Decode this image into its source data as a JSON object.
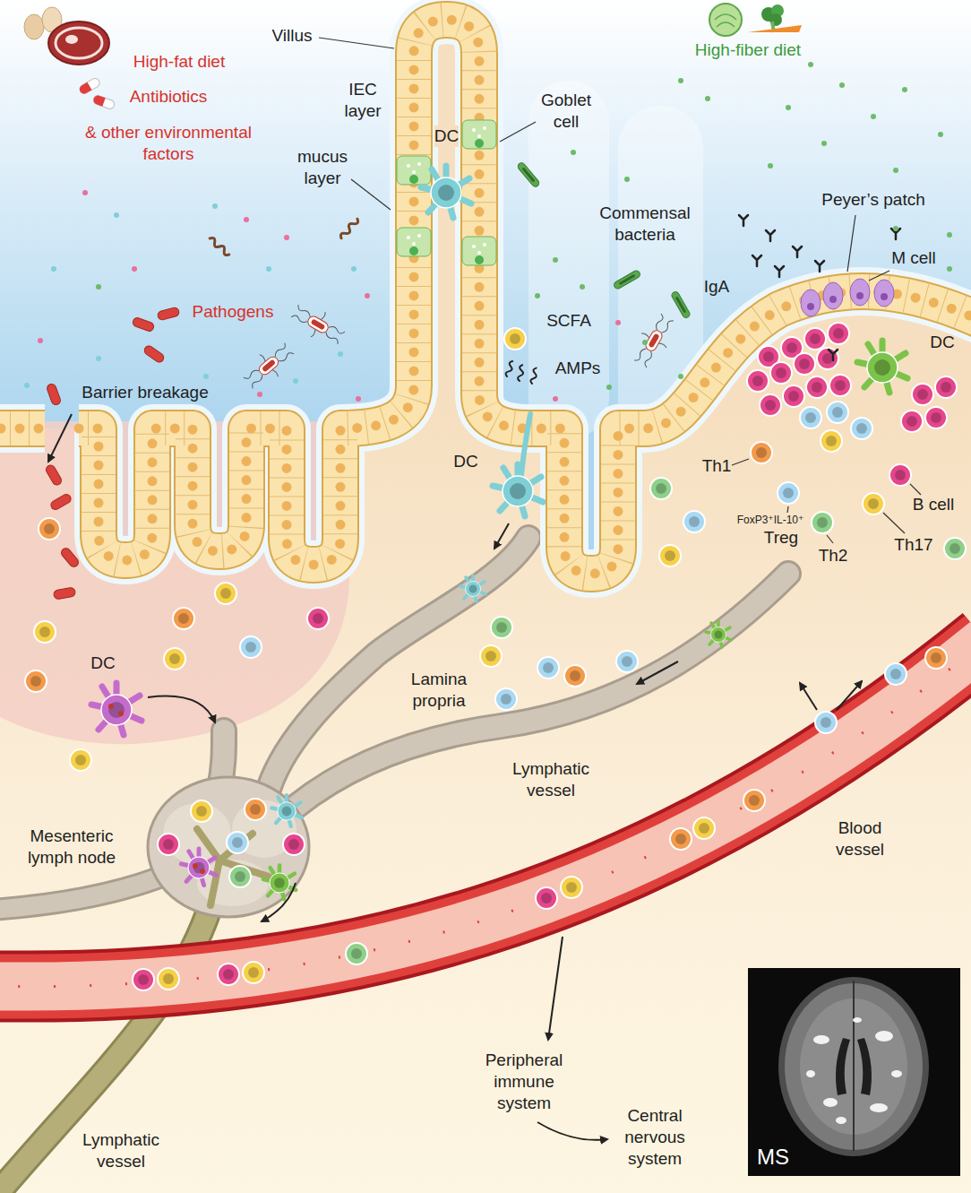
{
  "diagram": {
    "nodes": [
      {
        "text": [
          "MS"
        ]
      }
    ],
    "labels": [
      "Villus",
      "High-fat diet",
      "Antibiotics",
      "& other environmental factors",
      "IEC layer",
      "Goblet cell",
      "DC",
      "mucus layer",
      "High-fiber diet",
      "Peyer’s patch",
      "Commensal bacteria",
      "IgA",
      "M cell",
      "Pathogens",
      "SCFA",
      "DC",
      "DC",
      "AMPs",
      "Barrier breakage",
      "Th1",
      "B cell",
      "FoxP3⁺IL-10⁺",
      "Treg",
      "Th17",
      "Th2",
      "DC",
      "Lamina propria",
      "Lymphatic vessel",
      "Blood vessel",
      "Mesenteric lymph node",
      "Peripheral immune system",
      "Central nervous system",
      "Lymphatic vessel"
    ]
  }
}
